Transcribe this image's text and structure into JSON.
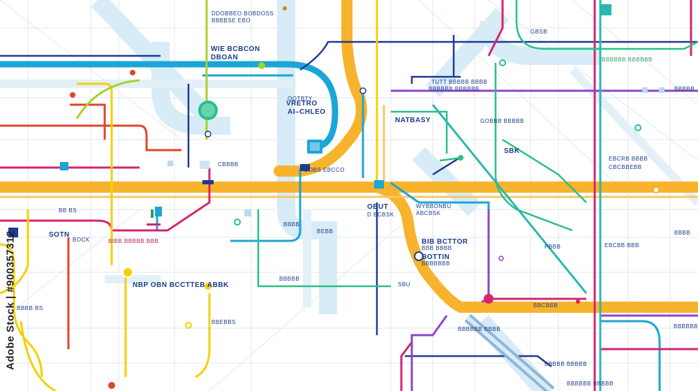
{
  "watermark": {
    "text": "Adobe Stock | #900357312"
  },
  "labels": {
    "top_center_1": "DDOBBEO BOBDOSS",
    "top_center_2": "BBBBSE EBO",
    "top_right_a": "GBSB",
    "top_right_b": "BBBBBB BBBBBB",
    "mid_top": "WIE BCBCON",
    "mid_top_2": "DBOAN",
    "oval_1": "OOTBTY",
    "oval_2": "VRETRO",
    "oval_3": "AI–CHLEO",
    "natbasy": "NATBASY",
    "tutt": "TUTT BBBBB BBBB",
    "tutt_2": "BBBBBB BBBBBB",
    "gobo": "GOBBB BBBBB",
    "sbk": "SBK",
    "ebcrb": "EBCRB BBBB",
    "ebcrb_2": "CBCBBEBB",
    "pbbb": "PBBB",
    "bobs_ebcco": "BOBS EBCCO",
    "cbbbb": "CBBBB",
    "obut": "OBUT",
    "obdosk": "D BCBSK",
    "wybnodu": "WYBBONBU",
    "abcbsk": "ABCBSK",
    "left_sotn": "SOTN",
    "left_sotn_2": "BOCK",
    "left_bbs": "BB BS",
    "ribb": "BIBB BBBBB BBB",
    "main_stop": "NBP OBN BCCTTEB ABBK",
    "bottom_sbu": "SBU",
    "bib_bcttor": "BIB BCTTOR",
    "bib_bcttor_2": "BBB BBBB",
    "bib_bcttor_3": "BOTTIN",
    "bib_bcttor_4": "BBBBBBB",
    "bbebbs": "BBEBBS",
    "left_bs": "BBBB BS",
    "bottom_right_1": "BBBBBB BBBBBB",
    "bottom_right_2": "BBBBB BBBBB",
    "bottom_mid": "BBBBBB BBBBB",
    "bottom_mid_2": "BBBBBB BBBB",
    "bbbbb_sm": "BBBBB",
    "far_right_1": "BBBB",
    "far_right_2": "BBBBB",
    "ebcbb_mid": "EBCBB BBB",
    "bbcbbb": "BBCBBB",
    "bebb": "BEBB",
    "bbbb": "BBBB"
  },
  "colors": {
    "orange": "#f7b32b",
    "cyan": "#1aa6d6",
    "navy": "#1f3a93",
    "magenta": "#d6246e",
    "red": "#e0452a",
    "purple": "#8e44c9",
    "green": "#27c08a",
    "teal": "#2bb7b0",
    "yellow": "#f4d000",
    "lime": "#a6d12a",
    "lightblue": "#d7ecf7",
    "grid": "#dde3ea"
  }
}
